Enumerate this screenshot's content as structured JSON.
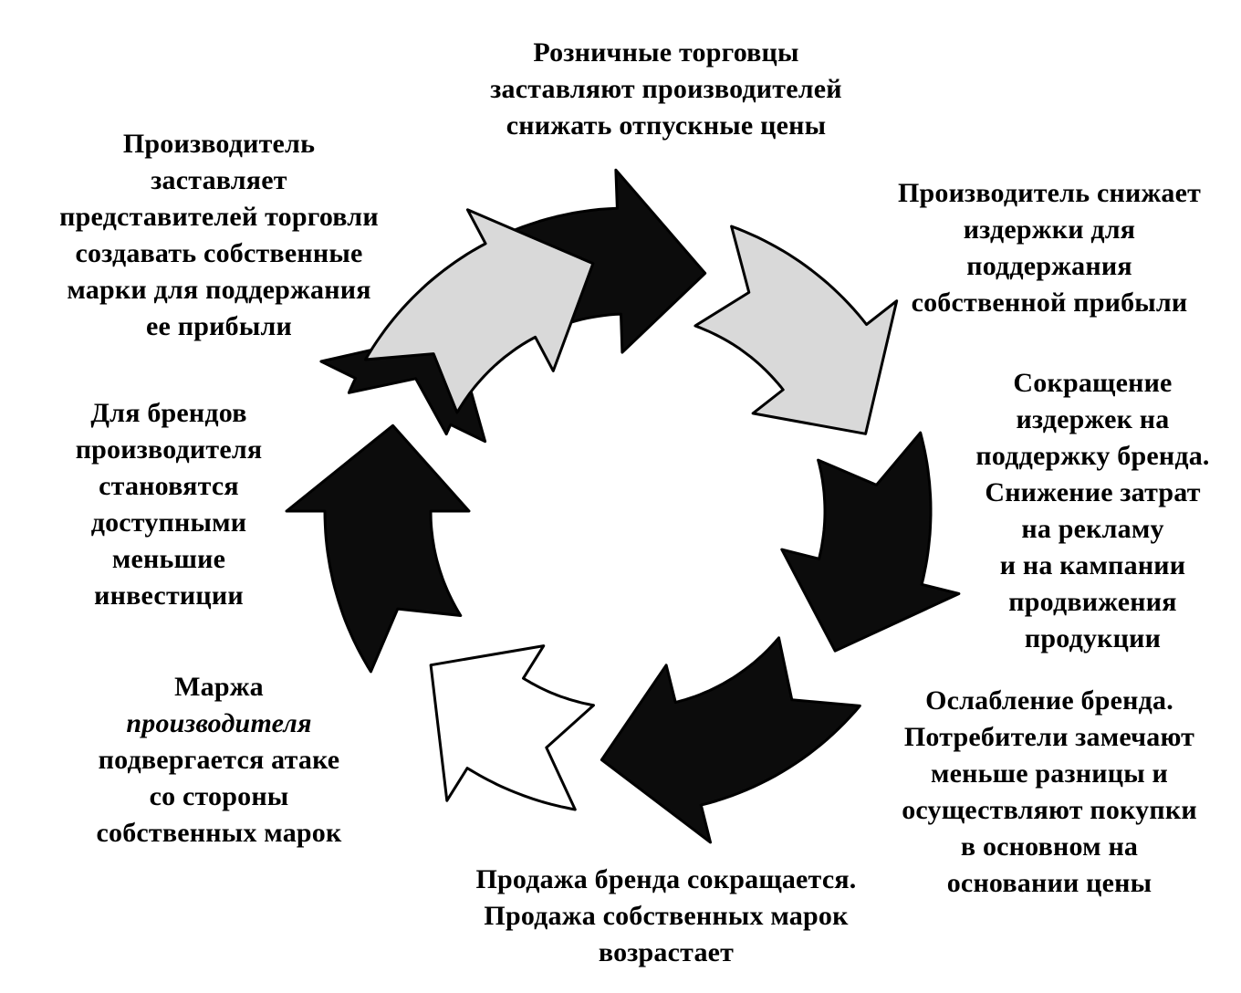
{
  "diagram": {
    "colors": {
      "dark_arrow": "#0c0c0c",
      "light_arrow": "#d9d9d9",
      "white_arrow": "#ffffff",
      "outline": "#000000"
    },
    "steps": [
      {
        "id": "retailers",
        "lines": [
          "Розничные торговцы",
          "заставляют производителей",
          "снижать отпускные цены"
        ]
      },
      {
        "id": "manufacturer-cuts",
        "lines": [
          "Производитель снижает",
          "издержки для",
          "поддержания",
          "собственной прибыли"
        ]
      },
      {
        "id": "brand-support",
        "lines": [
          "Сокращение",
          "издержек на",
          "поддержку бренда.",
          "Снижение затрат",
          "на рекламу",
          "и на кампании",
          "продвижения",
          "продукции"
        ]
      },
      {
        "id": "brand-weakening",
        "lines": [
          "Ослабление бренда.",
          "Потребители замечают",
          "меньше разницы и",
          "осуществляют покупки",
          "в основном на",
          "основании цены"
        ]
      },
      {
        "id": "sales",
        "lines": [
          "Продажа бренда сокращается.",
          "Продажа собственных марок",
          "возрастает"
        ]
      },
      {
        "id": "margin",
        "lines": [
          "Маржа",
          "производителя",
          "подвергается атаке",
          "со стороны",
          "собственных марок"
        ],
        "italic_line": 1
      },
      {
        "id": "investment",
        "lines": [
          "Для брендов",
          "производителя",
          "становятся",
          "доступными",
          "меньшие",
          "инвестиции"
        ]
      },
      {
        "id": "private-labels",
        "lines": [
          "Производитель",
          "заставляет",
          "представителей торговли",
          "создавать собственные",
          "марки для поддержания",
          "ее прибыли"
        ]
      }
    ]
  }
}
